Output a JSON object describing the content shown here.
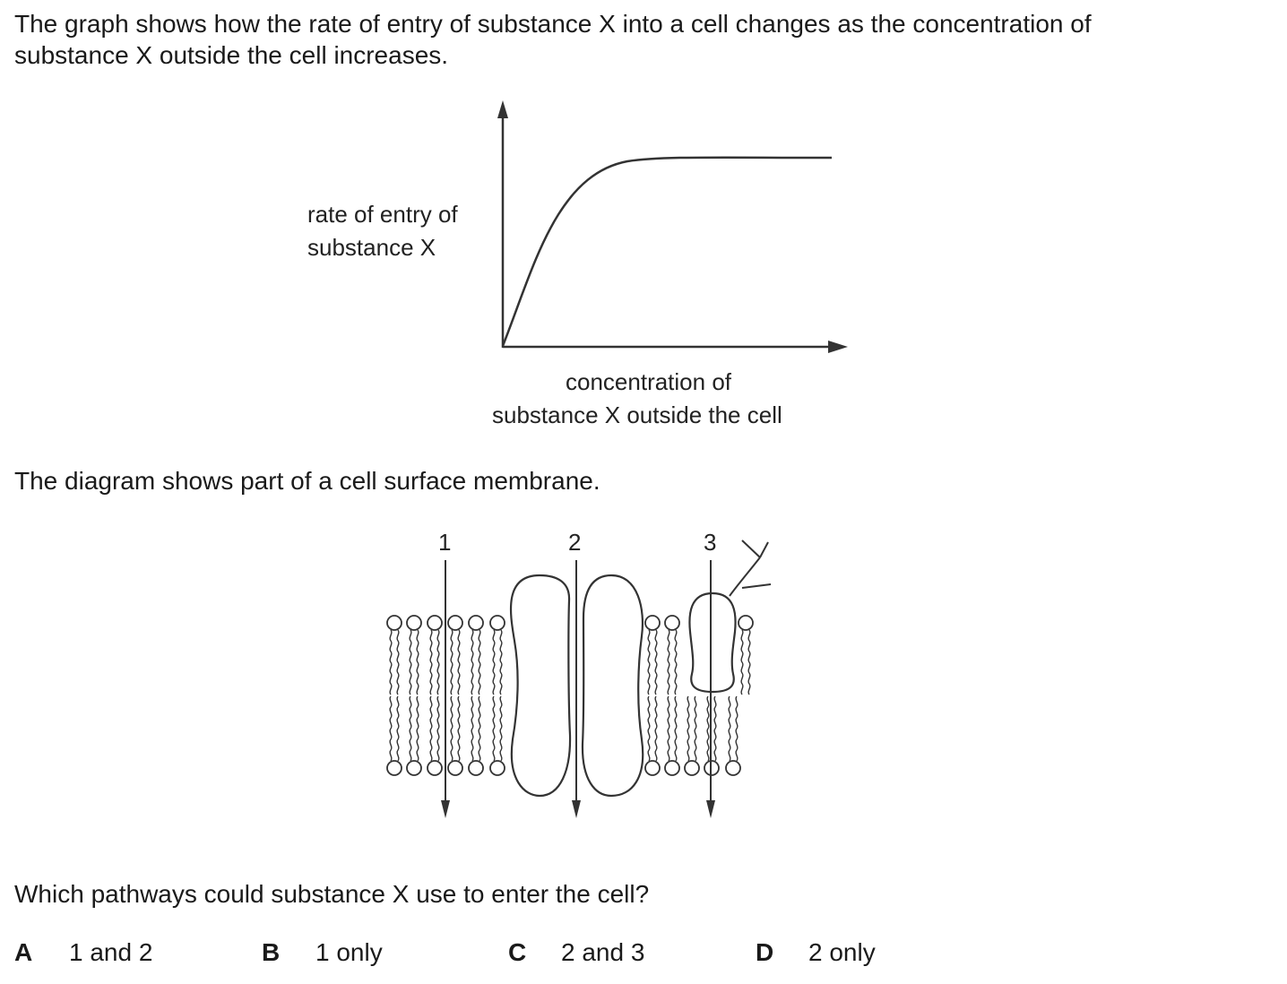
{
  "intro": {
    "line1": "The graph shows how the rate of entry of substance X into a cell changes as the concentration of",
    "line2": "substance X outside the cell increases."
  },
  "graph": {
    "ylabel_line1": "rate of entry of",
    "ylabel_line2": "substance X",
    "xlabel_line1": "concentration of",
    "xlabel_line2": "substance X outside the cell"
  },
  "diagram": {
    "caption": "The diagram shows part of a cell surface membrane.",
    "pathway_labels": [
      "1",
      "2",
      "3"
    ]
  },
  "question": "Which pathways could substance X use to enter the cell?",
  "options": [
    {
      "letter": "A",
      "text": "1 and 2"
    },
    {
      "letter": "B",
      "text": "1 only"
    },
    {
      "letter": "C",
      "text": "2 and 3"
    },
    {
      "letter": "D",
      "text": "2 only"
    }
  ]
}
